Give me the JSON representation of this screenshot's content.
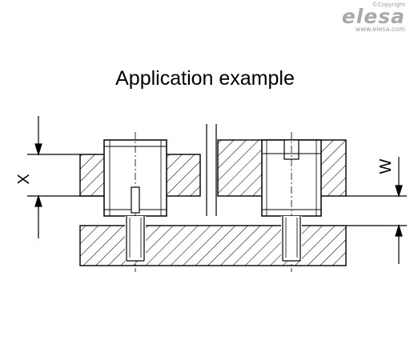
{
  "brand": {
    "copyright": "©Copyright",
    "logo": "elesa",
    "url": "www.elesa.com"
  },
  "title": "Application example",
  "dimensions": {
    "x_label": "X",
    "w_label": "W"
  },
  "colors": {
    "line": "#000000",
    "hatch": "#000000",
    "brand_gray": "#a9a9a9"
  }
}
